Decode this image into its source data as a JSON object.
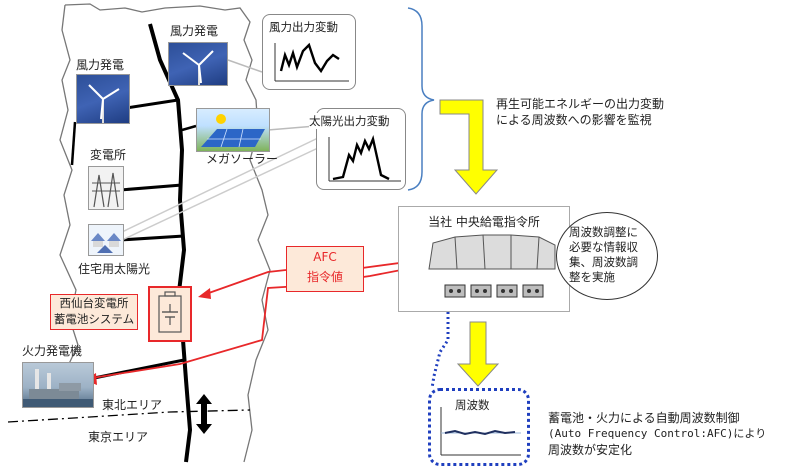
{
  "labels": {
    "wind_top": "風力発電",
    "wind_left": "風力発電",
    "substation": "変電所",
    "mega_solar": "メガソーラー",
    "residential_solar": "住宅用太陽光",
    "nishisendai_line1": "西仙台変電所",
    "nishisendai_line2": "蓄電池システム",
    "thermal": "火力発電機",
    "tohoku_area": "東北エリア",
    "tokyo_area": "東京エリア"
  },
  "callouts": {
    "wind_variation": "風力出力変動",
    "solar_variation": "太陽光出力変動",
    "frequency": "周波数"
  },
  "afc": {
    "line1": "AFC",
    "line2": "指令値"
  },
  "center": {
    "title": "当社 中央給電指令所",
    "bubble": [
      "周波数調整に",
      "必要な情報収",
      "集、周波数調",
      "整を実施"
    ]
  },
  "notes": {
    "monitor": [
      "再生可能エネルギーの出力変動",
      "による周波数への影響を監視"
    ],
    "afc": [
      "蓄電池・火力による自動周波数制御",
      "(Auto Frequency Control:AFC)により",
      "周波数が安定化"
    ]
  },
  "colors": {
    "arrow_yellow": "#ffff00",
    "afc_red": "#e8282a",
    "afc_fill": "#fde9d9",
    "dotted_blue": "#1f3fbf",
    "brace_blue": "#4a7fc1"
  }
}
